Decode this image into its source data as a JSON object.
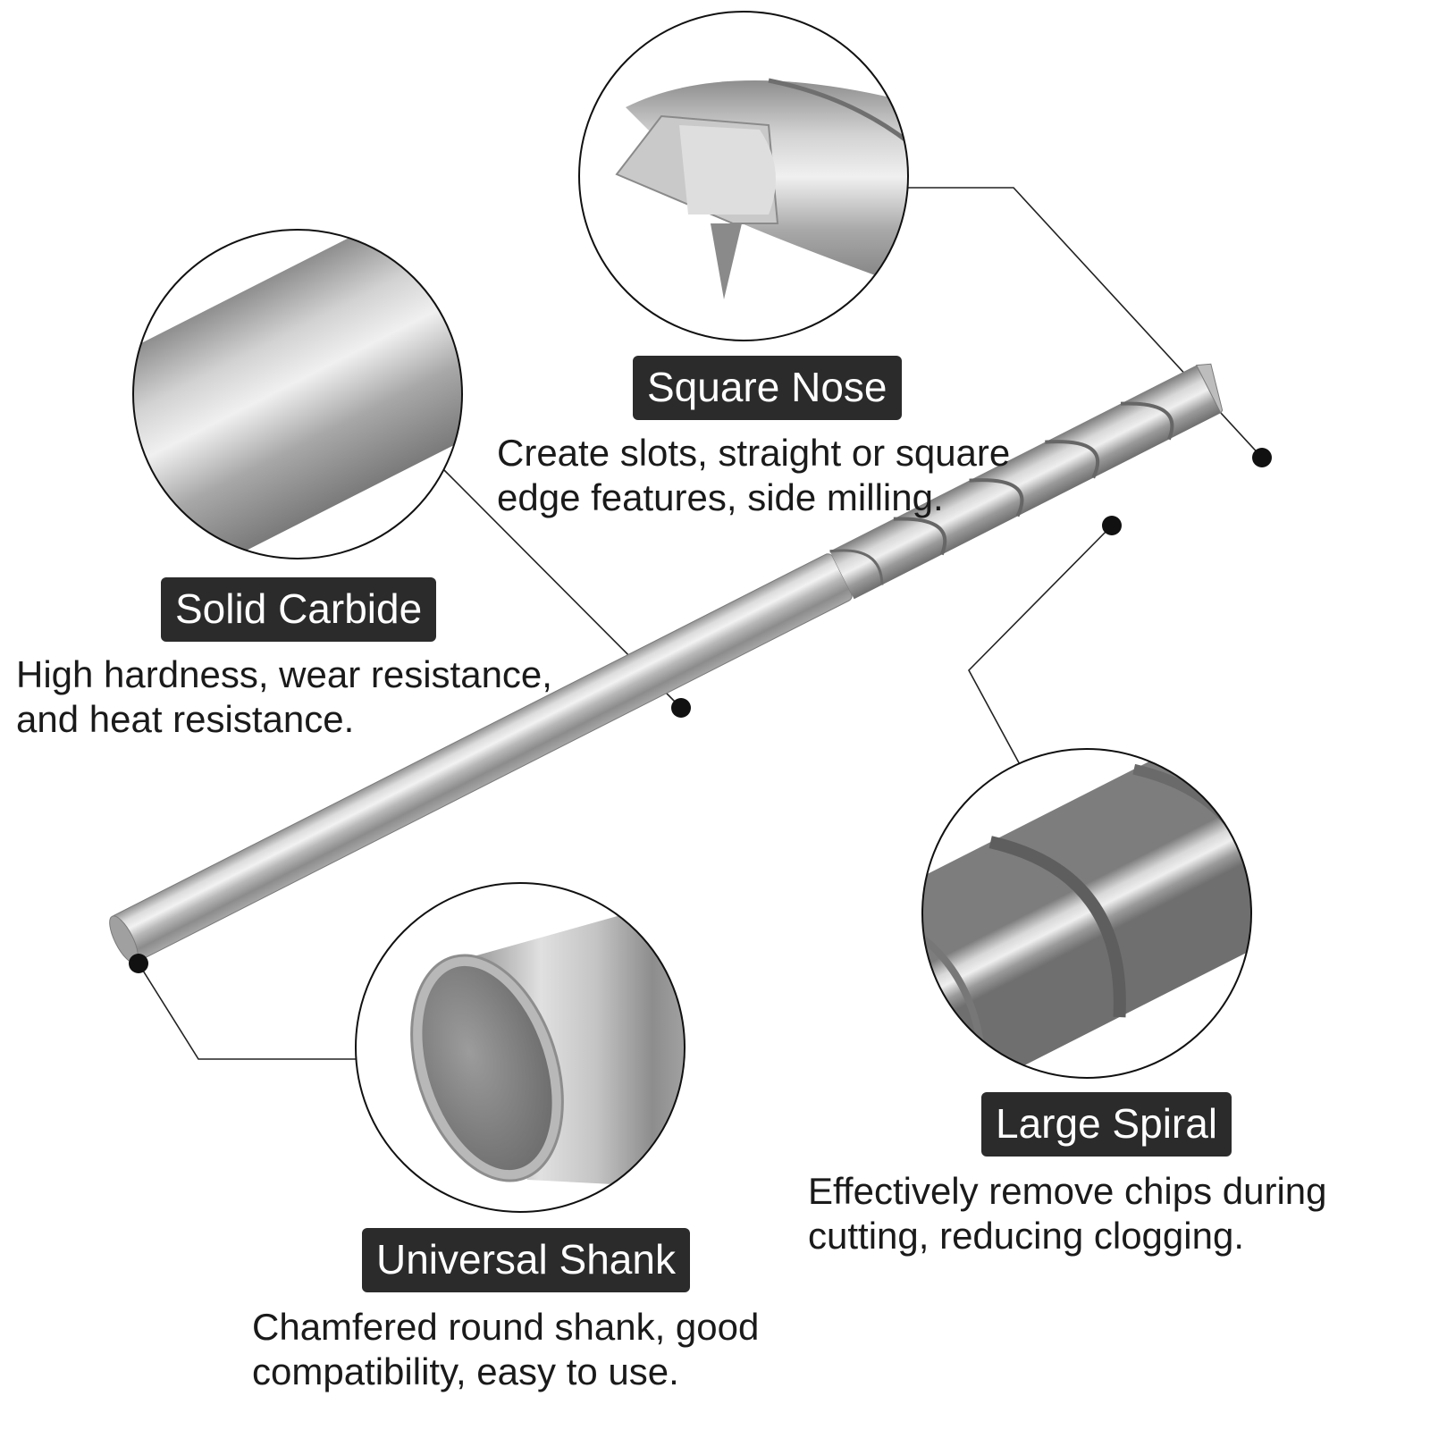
{
  "callouts": {
    "square_nose": {
      "title": "Square Nose",
      "lines": [
        "Create slots, straight or square",
        "edge features, side milling."
      ]
    },
    "solid_carbide": {
      "title": "Solid Carbide",
      "lines": [
        "High hardness, wear resistance,",
        "and heat resistance."
      ]
    },
    "large_spiral": {
      "title": "Large Spiral",
      "lines": [
        "Effectively remove chips during",
        "cutting, reducing clogging."
      ]
    },
    "universal_shank": {
      "title": "Universal Shank",
      "lines": [
        "Chamfered round shank, good",
        "compatibility, easy to use."
      ]
    }
  },
  "colors": {
    "badge_background": "#2b2b2b",
    "badge_text": "#ffffff",
    "metal_light": "#e6e6e6",
    "metal_mid": "#a9a9a9",
    "metal_dark": "#6e6e6e"
  },
  "icons": [
    "end-mill-product-image",
    "square-nose-closeup",
    "shank-surface-closeup",
    "spiral-flute-closeup",
    "chamfered-shank-end-closeup"
  ]
}
